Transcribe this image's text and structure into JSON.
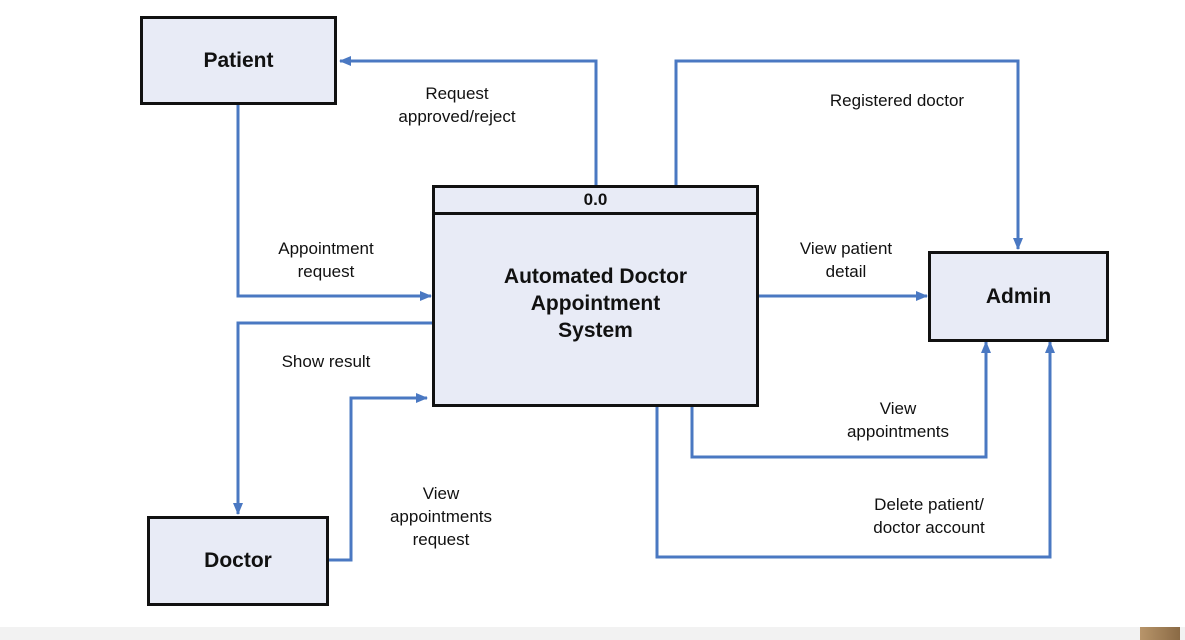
{
  "process": {
    "id": "0.0",
    "name": "Automated Doctor\nAppointment\nSystem"
  },
  "entities": {
    "patient": "Patient",
    "admin": "Admin",
    "doctor": "Doctor"
  },
  "flows": {
    "request_approved": "Request\napproved/reject",
    "appointment_request": "Appointment\nrequest",
    "show_result": "Show result",
    "view_appointments_request": "View\nappointments\nrequest",
    "registered_doctor": "Registered doctor",
    "view_patient_detail": "View patient\ndetail",
    "view_appointments": "View\nappointments",
    "delete_account": "Delete patient/\ndoctor account"
  },
  "colors": {
    "arrow": "#4a78c2",
    "box_fill": "#e8ebf6",
    "border": "#111111"
  }
}
